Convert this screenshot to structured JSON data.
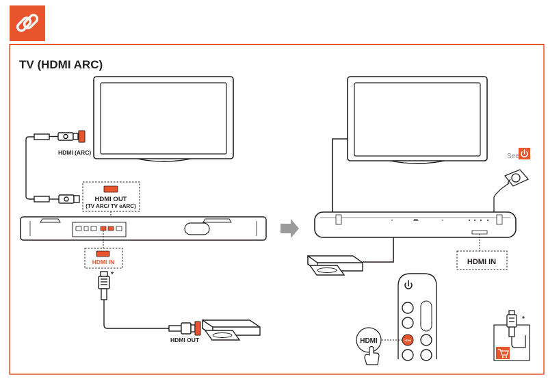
{
  "header": {
    "icon": "link-icon",
    "accent": "#e8542b"
  },
  "section_title": "TV (HDMI ARC)",
  "left": {
    "tv_port_label": "HDMI (ARC)",
    "hdmi_out_label": "HDMI OUT",
    "hdmi_out_sub": "(TV ARC/ TV eARC)",
    "hdmi_in_label": "HDMI IN",
    "hdmi_in_mark": "*",
    "player_port_label": "HDMI OUT"
  },
  "right": {
    "see_label": "See",
    "see_icon": "power-icon",
    "soundbar_logo": "JBL",
    "hdmi_in_label": "HDMI IN",
    "remote_hdmi_button": "HDMI",
    "remote_hdmi_key": "HDMI",
    "cable_mark": "*"
  },
  "colors": {
    "accent": "#e8542b",
    "line": "#231f20",
    "gray": "#8a8a8a"
  }
}
